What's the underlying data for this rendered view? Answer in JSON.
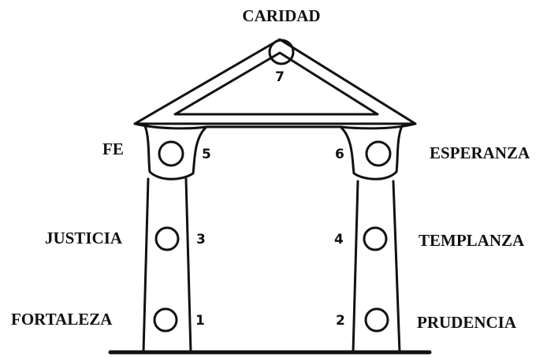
{
  "diagram": {
    "top": {
      "label": "CARIDAD",
      "number": "7"
    },
    "left_column": [
      {
        "label": "FE",
        "number": "5"
      },
      {
        "label": "JUSTICIA",
        "number": "3"
      },
      {
        "label": "FORTALEZA",
        "number": "1"
      }
    ],
    "right_column": [
      {
        "label": "ESPERANZA",
        "number": "6"
      },
      {
        "label": "TEMPLANZA",
        "number": "4"
      },
      {
        "label": "PRUDENCIA",
        "number": "2"
      }
    ]
  }
}
